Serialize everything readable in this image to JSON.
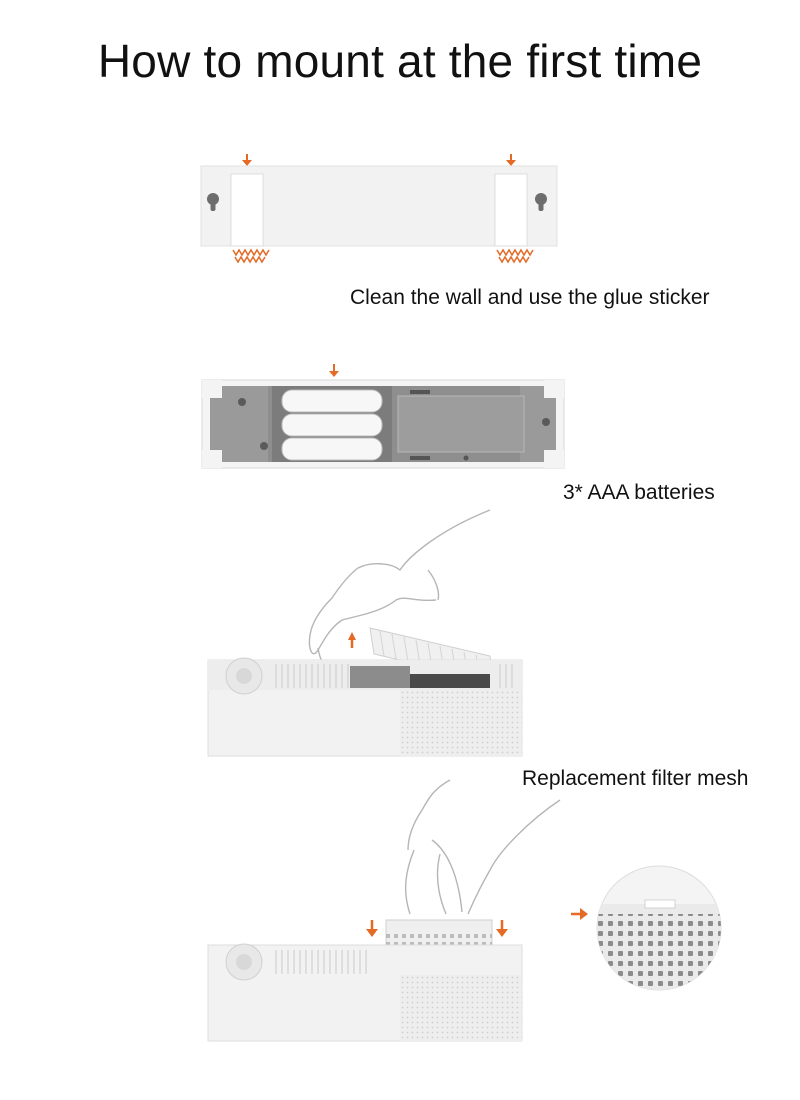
{
  "title": "How to mount at the first time",
  "steps": [
    {
      "caption": "Clean the wall and use the glue sticker"
    },
    {
      "caption": "3* AAA batteries"
    },
    {
      "caption": "Replacement filter mesh"
    }
  ],
  "colors": {
    "accent": "#e46a25",
    "device": "#f2f2f2",
    "outline": "#cfcfcf",
    "interior": "#8e8e8e"
  },
  "icons": [
    "down-arrow-icon",
    "up-arrow-icon",
    "right-arrow-icon",
    "keyhole-icon",
    "hand-icon"
  ]
}
